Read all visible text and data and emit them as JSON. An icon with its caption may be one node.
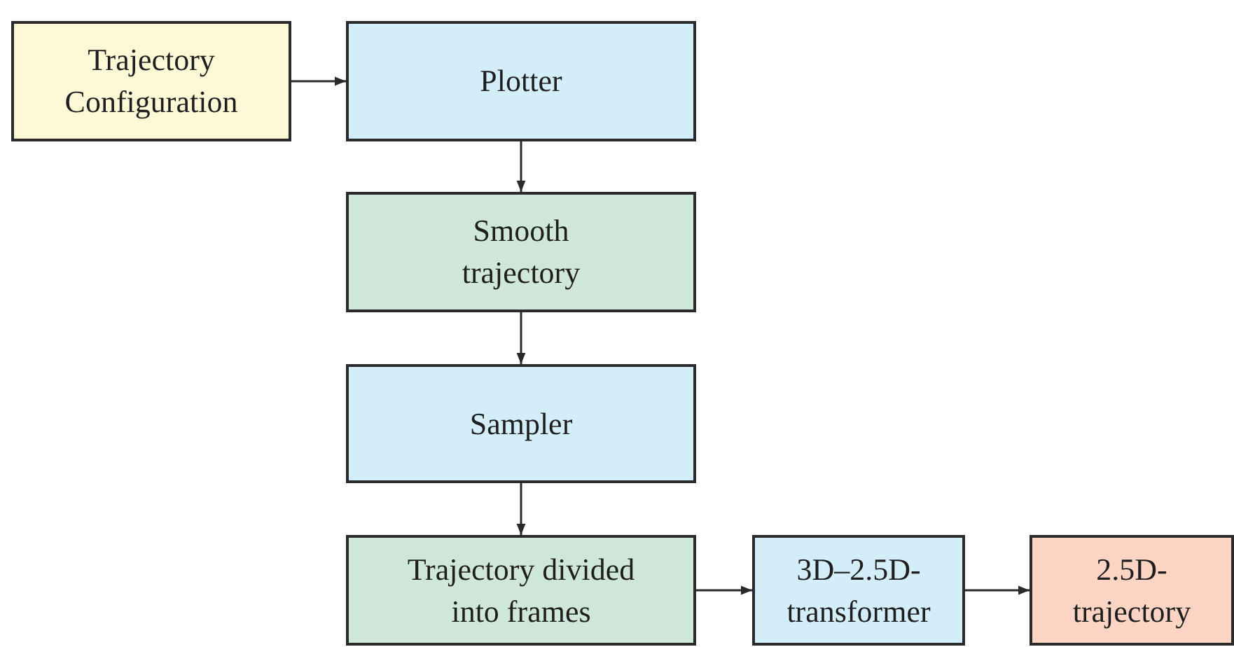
{
  "diagram": {
    "nodes": [
      {
        "text": [
          "Trajectory Configuration"
        ]
      },
      {
        "text": [
          "Plotter"
        ]
      },
      {
        "text": [
          "Smooth trajectory"
        ]
      },
      {
        "text": [
          "Sampler"
        ]
      },
      {
        "text": [
          "Trajectory divided into frames"
        ]
      },
      {
        "text": [
          "3D–2.5D-transformer"
        ]
      },
      {
        "text": [
          "2.5D-trajectory"
        ]
      }
    ],
    "edges": [
      {
        "from": 0,
        "to": 1,
        "arrow": "to"
      },
      {
        "from": 1,
        "to": 2,
        "arrow": "to"
      },
      {
        "from": 2,
        "to": 3,
        "arrow": "to"
      },
      {
        "from": 3,
        "to": 4,
        "arrow": "to"
      },
      {
        "from": 4,
        "to": 5,
        "arrow": "to"
      },
      {
        "from": 5,
        "to": 6,
        "arrow": "to"
      }
    ]
  }
}
